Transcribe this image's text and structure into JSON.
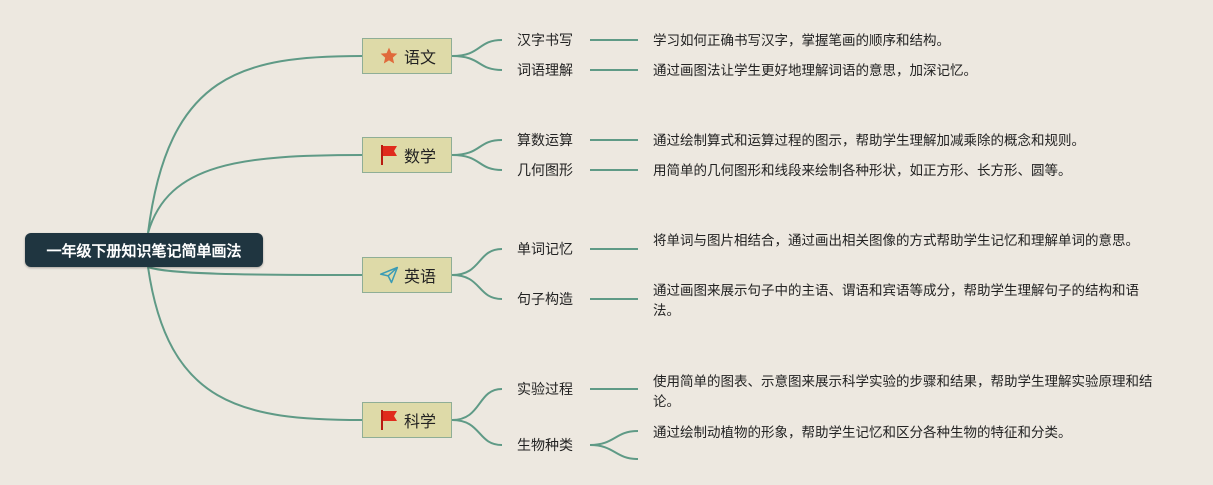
{
  "root": {
    "title": "一年级下册知识笔记简单画法"
  },
  "subjects": [
    {
      "name": "语文",
      "icon": "star-icon",
      "color": "#e06a3b",
      "topics": [
        {
          "label": "汉字书写",
          "desc": "学习如何正确书写汉字，掌握笔画的顺序和结构。"
        },
        {
          "label": "词语理解",
          "desc": "通过画图法让学生更好地理解词语的意思，加深记忆。"
        }
      ]
    },
    {
      "name": "数学",
      "icon": "red-flag-icon",
      "color": "#e02b1c",
      "topics": [
        {
          "label": "算数运算",
          "desc": "通过绘制算式和运算过程的图示，帮助学生理解加减乘除的概念和规则。"
        },
        {
          "label": "几何图形",
          "desc": "用简单的几何图形和线段来绘制各种形状，如正方形、长方形、圆等。"
        }
      ]
    },
    {
      "name": "英语",
      "icon": "paper-plane-icon",
      "color": "#3a9bb5",
      "topics": [
        {
          "label": "单词记忆",
          "desc": "将单词与图片相结合，通过画出相关图像的方式帮助学生记忆和理解单词的意思。"
        },
        {
          "label": "句子构造",
          "desc": "通过画图来展示句子中的主语、谓语和宾语等成分，帮助学生理解句子的结构和语法。"
        }
      ]
    },
    {
      "name": "科学",
      "icon": "red-flag-icon",
      "color": "#e02b1c",
      "topics": [
        {
          "label": "实验过程",
          "desc": "使用简单的图表、示意图来展示科学实验的步骤和结果，帮助学生理解实验原理和结论。"
        },
        {
          "label": "生物种类",
          "desc": "通过绘制动植物的形象，帮助学生记忆和区分各种生物的特征和分类。"
        }
      ]
    }
  ],
  "colors": {
    "line": "#5f9a86",
    "background": "#ede8e0",
    "root_bg": "#1f3540",
    "subject_bg": "#dedaa8"
  }
}
